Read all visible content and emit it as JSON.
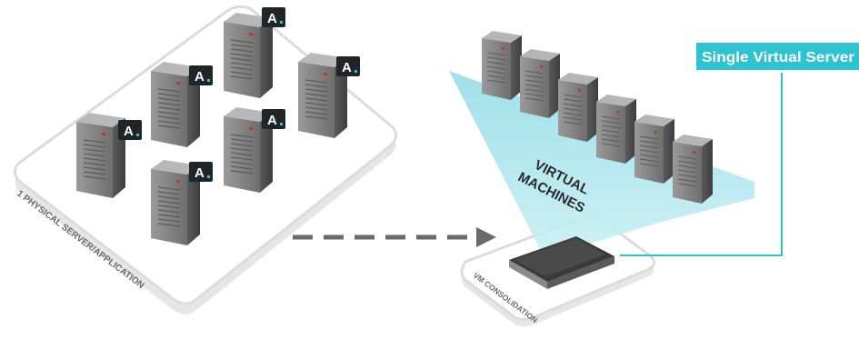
{
  "callout": {
    "label": "Single Virtual Server"
  },
  "virtual_machines": {
    "label_line1": "VIRTUAL",
    "label_line2": "MACHINES"
  },
  "physical_platform": {
    "label": "1 PHYSICAL SERVER/APPLICATION"
  },
  "consolidation_platform": {
    "label": "VM CONSOLIDATION"
  },
  "badge": {
    "letter": "A"
  },
  "colors": {
    "accent": "#2dc3d3",
    "beam": "#a8e4ec",
    "badge_bg": "#222428",
    "platform": "#f2f2f2"
  },
  "icons": [
    "server-tower-icon",
    "app-badge-icon",
    "dashed-arrow-icon",
    "rack-server-icon"
  ]
}
